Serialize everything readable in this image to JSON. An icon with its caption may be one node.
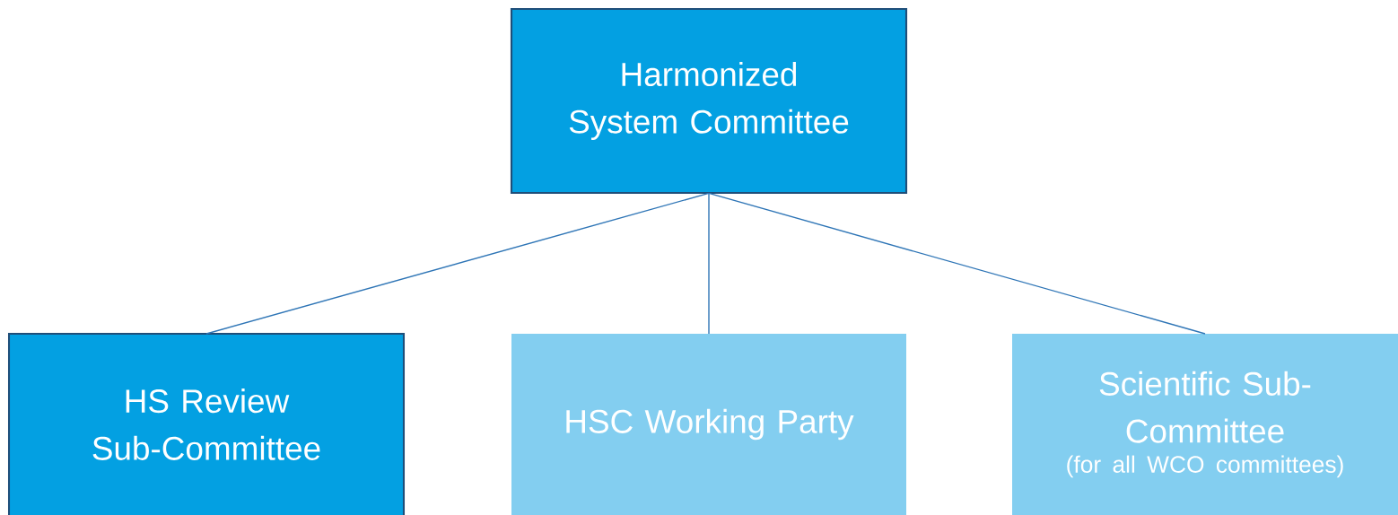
{
  "diagram": {
    "nodes": [
      {
        "text": [
          "Harmonized System Committee"
        ]
      },
      {
        "text": [
          "HS Review Sub-Committee"
        ]
      },
      {
        "text": [
          "HSC Working Party"
        ]
      },
      {
        "text": [
          "Scientific Sub-Committee",
          "(for all WCO committees)"
        ]
      }
    ],
    "edges": [
      {
        "from": 0,
        "to": 1,
        "arrow": "none"
      },
      {
        "from": 0,
        "to": 2,
        "arrow": "none"
      },
      {
        "from": 0,
        "to": 3,
        "arrow": "none"
      }
    ]
  }
}
